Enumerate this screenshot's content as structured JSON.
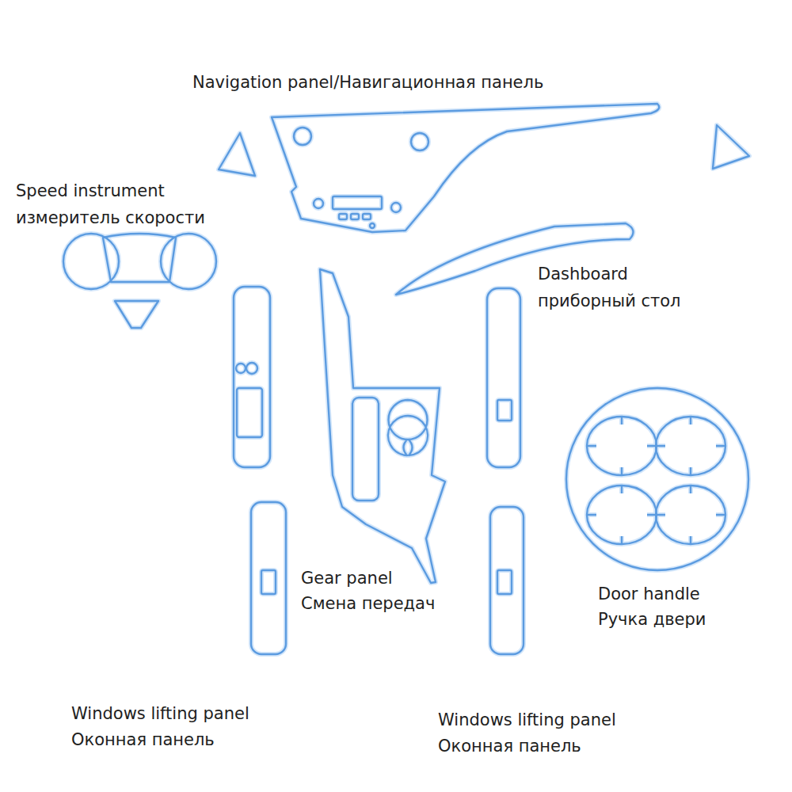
{
  "diagram": {
    "labels": [
      "Navigation panel/Навигационная панель",
      "Speed instrument",
      "измеритель скорости",
      "Dashboard",
      "приборный стол",
      "Gear panel",
      "Смена передач",
      "Door handle",
      "Ручка двери",
      "Windows lifting panel",
      "Оконная панель",
      "Windows lifting panel",
      "Оконная панель"
    ]
  }
}
